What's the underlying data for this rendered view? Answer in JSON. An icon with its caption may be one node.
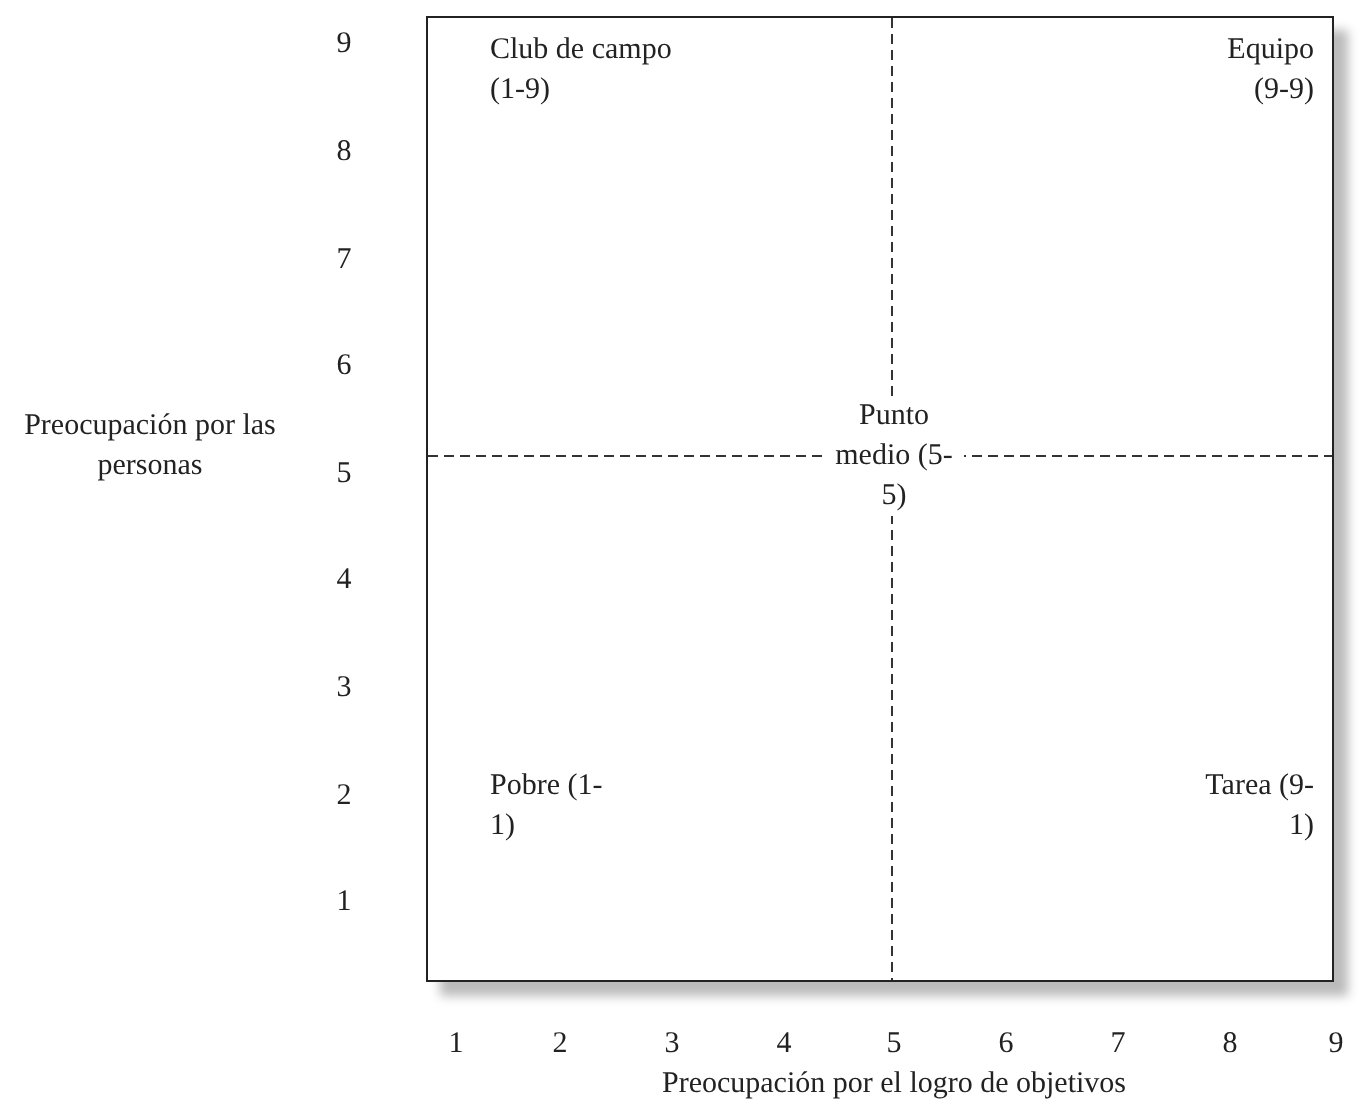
{
  "diagram": {
    "labels": [
      "9",
      "Club de campo (1-9)",
      "Equipo (9-9)",
      "8",
      "7",
      "6",
      "Preocupación por las personas",
      "Punto medio (5-5)",
      "5",
      "4",
      "3",
      "2",
      "Pobre (1-1)",
      "Tarea (9-1)",
      "1",
      "1",
      "2",
      "3",
      "4",
      "5",
      "6",
      "7",
      "8",
      "9",
      "Preocupación por el logro de objetivos"
    ]
  }
}
